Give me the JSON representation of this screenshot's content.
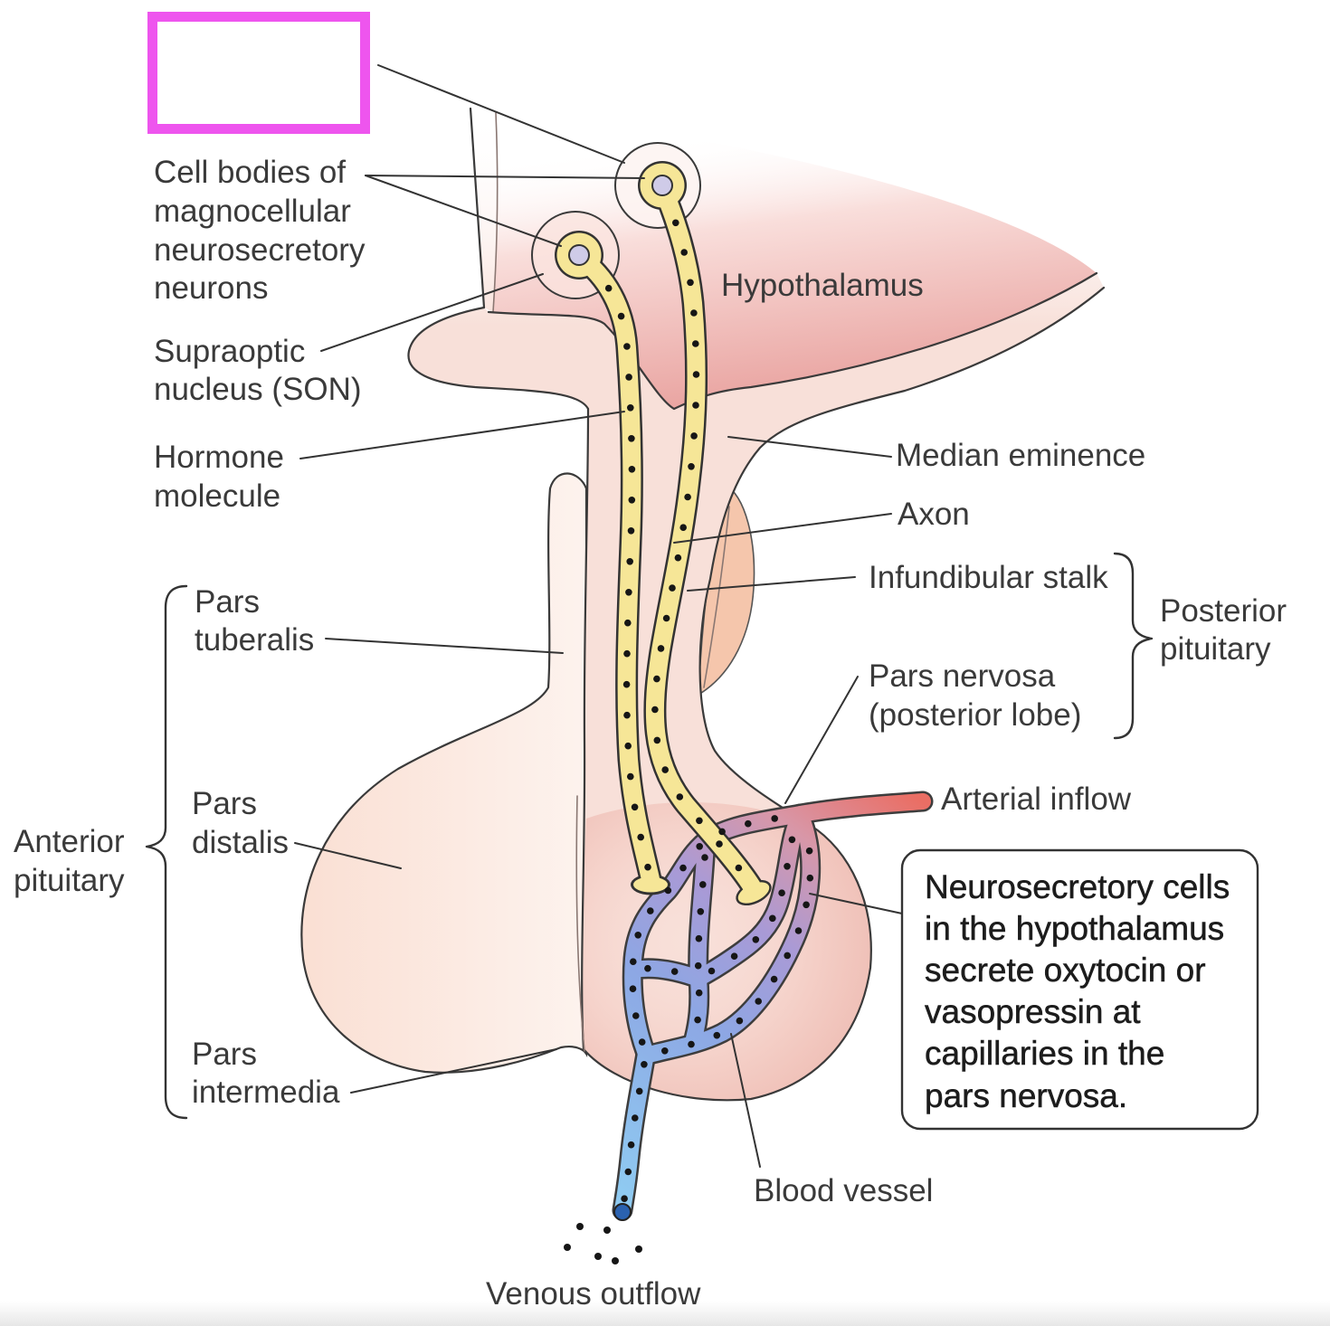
{
  "colors": {
    "highlight_box": "#ee55ee",
    "label_text": "#3a3a3a",
    "callout_text": "#1c1c1c",
    "axon": "#f6e697",
    "nucleus": "#cfcbe8",
    "artery": "#ea6e64",
    "capillary": "#a99ad6",
    "vein": "#8fcaf1",
    "venous_end": "#2b62b0",
    "hypothalamus": "#e9a3a0",
    "tissue": "#f8e0d9",
    "anterior_lobe": "#fadfd3",
    "posterior_lobe": "#eebbb2",
    "stalk_back": "#f5c6ac"
  },
  "labels": {
    "cell_bodies": [
      "Cell bodies of",
      "magnocellular",
      "neurosecretory",
      "neurons"
    ],
    "son": [
      "Supraoptic",
      "nucleus (SON)"
    ],
    "hormone": [
      "Hormone",
      "molecule"
    ],
    "pars_tuberalis": [
      "Pars",
      "tuberalis"
    ],
    "pars_distalis": [
      "Pars",
      "distalis"
    ],
    "anterior_pituitary": [
      "Anterior",
      "pituitary"
    ],
    "pars_intermedia": [
      "Pars",
      "intermedia"
    ],
    "hypothalamus": "Hypothalamus",
    "median_eminence": "Median eminence",
    "axon": "Axon",
    "infundibular_stalk": "Infundibular stalk",
    "posterior_pituitary": [
      "Posterior",
      "pituitary"
    ],
    "pars_nervosa": [
      "Pars nervosa",
      "(posterior lobe)"
    ],
    "arterial_inflow": "Arterial inflow",
    "blood_vessel": "Blood vessel",
    "venous_outflow": "Venous outflow"
  },
  "callout": {
    "lines": [
      "Neurosecretory cells",
      "in the hypothalamus",
      "secrete oxytocin or",
      "vasopressin at",
      "capillaries in the",
      "pars nervosa."
    ]
  }
}
